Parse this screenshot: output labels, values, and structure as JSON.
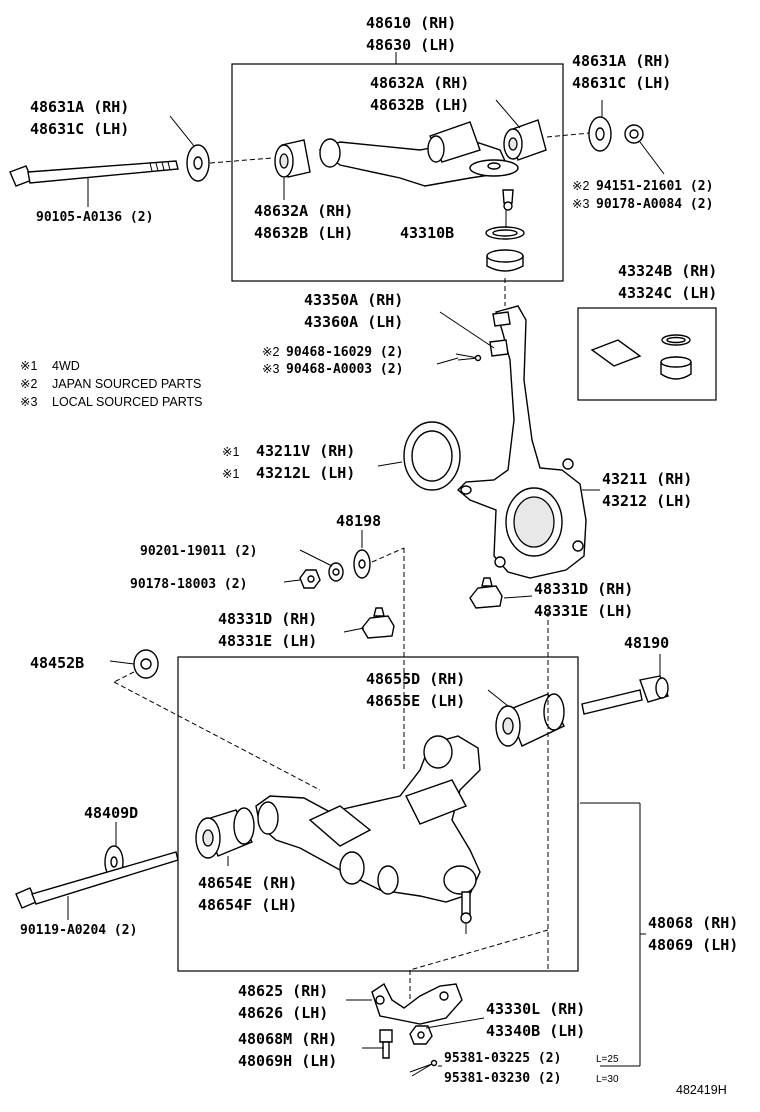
{
  "labels": {
    "upper_arm_rh": "48610 (RH)",
    "upper_arm_lh": "48630 (LH)",
    "upper_bushing_front_rh": "48632A (RH)",
    "upper_bushing_front_lh": "48632B (LH)",
    "upper_cam_plate_right_rh": "48631A (RH)",
    "upper_cam_plate_right_lh": "48631C (LH)",
    "upper_cam_plate_left_rh": "48631A (RH)",
    "upper_cam_plate_left_lh": "48631C (LH)",
    "upper_bolt": "90105-A0136 (2)",
    "upper_bushing_rear_rh": "48632A (RH)",
    "upper_bushing_rear_lh": "48632B (LH)",
    "boot_upper": "43310B",
    "upper_nut_jp_mark": "※2",
    "upper_nut_jp": "94151-21601 (2)",
    "upper_nut_local_mark": "※3",
    "upper_nut_local": "90178-A0084 (2)",
    "boot_kit_rh": "43324B (RH)",
    "boot_kit_lh": "43324C (LH)",
    "knuckle_nut_rh": "43350A (RH)",
    "knuckle_nut_lh": "43360A (LH)",
    "cotter_jp_mark": "※2",
    "cotter_jp": "90468-16029 (2)",
    "cotter_local_mark": "※3",
    "cotter_local": "90468-A0003 (2)",
    "dust_deflector_rh_mark": "※1",
    "dust_deflector_rh": "43211V (RH)",
    "dust_deflector_lh_mark": "※1",
    "dust_deflector_lh": "43212L (LH)",
    "knuckle_rh": "43211 (RH)",
    "knuckle_lh": "43212 (LH)",
    "washer_48198": "48198",
    "washer_90201": "90201-19011 (2)",
    "nut_90178": "90178-18003 (2)",
    "ball_joint_top_rh": "48331D (RH)",
    "ball_joint_top_lh": "48331E (LH)",
    "ball_joint_left_rh": "48331D (RH)",
    "ball_joint_left_lh": "48331E (LH)",
    "cam_48452b": "48452B",
    "bolt_48190": "48190",
    "lower_bushing_rear_rh": "48655D (RH)",
    "lower_bushing_rear_lh": "48655E (LH)",
    "cam_48409d": "48409D",
    "lower_bushing_front_rh": "48654E (RH)",
    "lower_bushing_front_lh": "48654F (LH)",
    "lower_bolt": "90119-A0204 (2)",
    "lower_arm_rh": "48068 (RH)",
    "lower_arm_lh": "48069 (LH)",
    "ball_joint_bracket_rh": "48625 (RH)",
    "ball_joint_bracket_lh": "48626 (LH)",
    "lower_ball_joint_rh": "43330L (RH)",
    "lower_ball_joint_lh": "43340B (LH)",
    "lower_arm_sub_rh": "48068M (RH)",
    "lower_arm_sub_lh": "48069H (LH)",
    "pin_1": "95381-03225 (2)",
    "pin_1_len": "L=25",
    "pin_2": "95381-03230 (2)",
    "pin_2_len": "L=30",
    "figure_id": "482419H"
  },
  "notes": [
    {
      "mark": "※1",
      "text": "4WD"
    },
    {
      "mark": "※2",
      "text": "JAPAN SOURCED PARTS"
    },
    {
      "mark": "※3",
      "text": "LOCAL SOURCED PARTS"
    }
  ]
}
